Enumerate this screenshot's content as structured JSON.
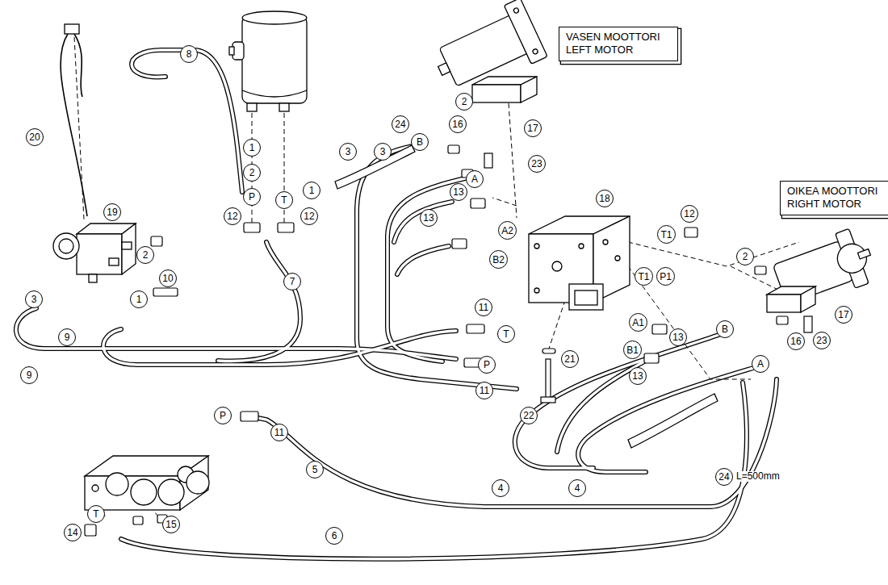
{
  "diagram": {
    "nodes": [
      {
        "text": [
          "VASEN MOOTTORI LEFT MOTOR"
        ]
      },
      {
        "text": [
          "OIKEA MOOTTORI RIGHT MOTOR"
        ]
      }
    ],
    "labels": [
      "20",
      "8",
      "1",
      "2",
      "P",
      "12",
      "T",
      "1",
      "12",
      "19",
      "2",
      "3",
      "1",
      "10",
      "9",
      "9",
      "7",
      "3",
      "3",
      "24",
      "B",
      "16",
      "2",
      "A",
      "17",
      "23",
      "13",
      "13",
      "A2",
      "B2",
      "18",
      "T1",
      "12",
      "T1",
      "P1",
      "11",
      "T",
      "A1",
      "13",
      "P",
      "21",
      "B1",
      "13",
      "11",
      "22",
      "2",
      "17",
      "B",
      "16",
      "23",
      "A",
      "P",
      "11",
      "5",
      "4",
      "4",
      "24",
      "L=500mm",
      "T",
      "14",
      "15",
      "6"
    ]
  }
}
